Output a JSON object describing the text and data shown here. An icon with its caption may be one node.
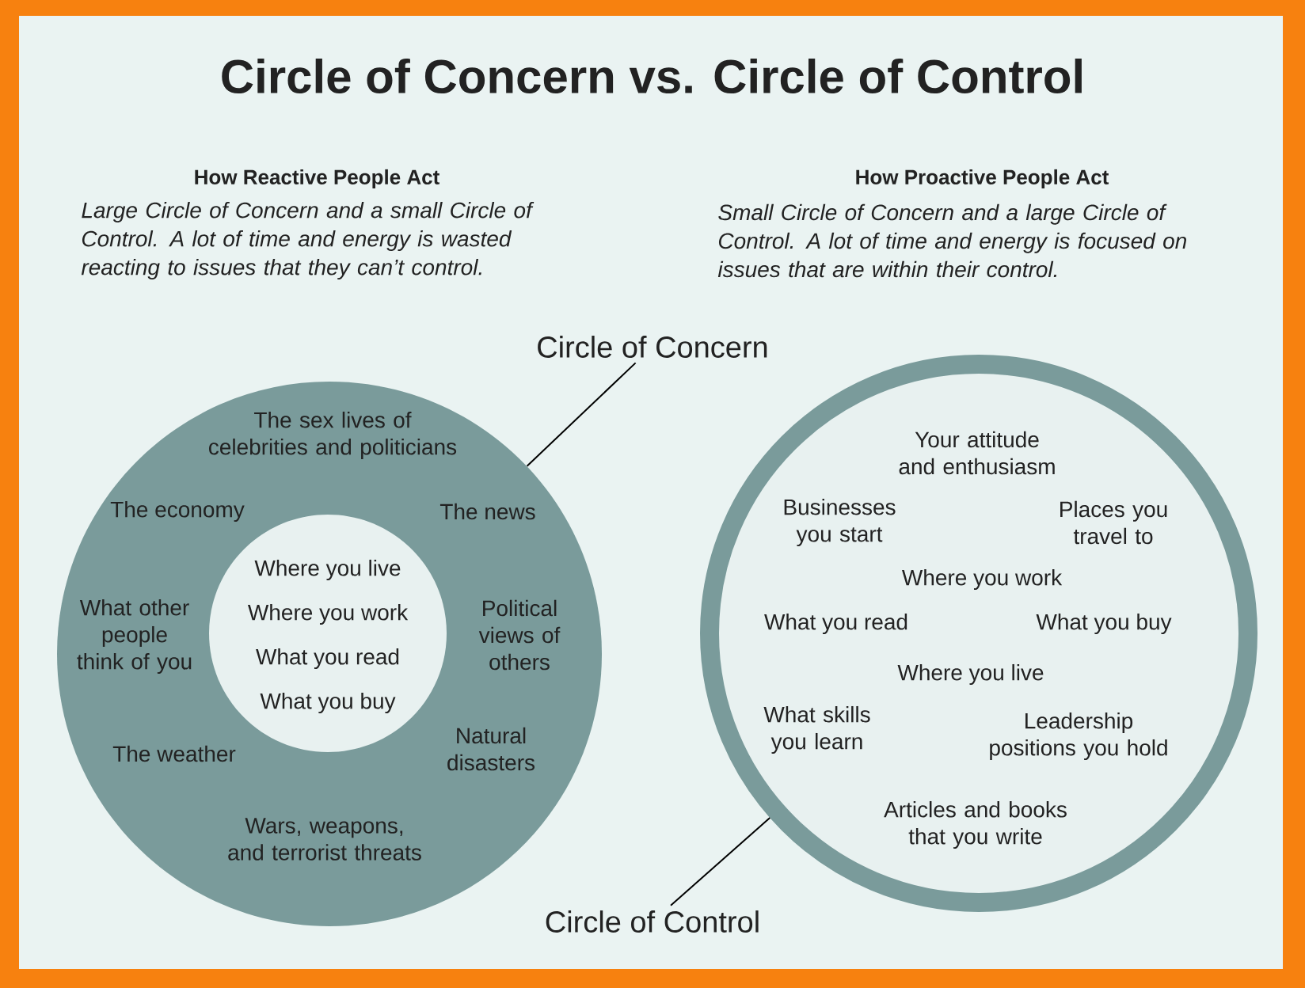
{
  "diagram": {
    "title": "Circle of Concern vs. Circle of Control",
    "nodes": [
      {
        "text": [
          "Circle of Concern"
        ]
      },
      {
        "text": [
          "The sex lives of celebrities and politicians",
          "The economy",
          "The news",
          "What other people think of you",
          "Political views of others",
          "The weather",
          "Natural disasters",
          "Wars, weapons, and terrorist threats"
        ]
      },
      {
        "text": [
          "Where you live",
          "Where you work",
          "What you read",
          "What you buy"
        ],
        "in": 1
      },
      {
        "text": [
          "Your attitude and enthusiasm",
          "Businesses you start",
          "Places you travel to",
          "Where you work",
          "What you read",
          "What you buy",
          "Where you live",
          "What skills you learn",
          "Leadership positions you hold",
          "Articles and books that you write"
        ]
      },
      {
        "text": [
          "Circle of Control"
        ]
      }
    ],
    "edges": [
      {
        "from": 0,
        "to": 1,
        "arrow": "none"
      },
      {
        "from": 4,
        "to": 3,
        "arrow": "none"
      }
    ],
    "labels": [
      "How Reactive People Act",
      "Large Circle of Concern and a small Circle of Control. A lot of time and energy is wasted reacting to issues that they can’t control.",
      "How Proactive People Act",
      "Small Circle of Concern and a large Circle of Control. A lot of time and energy is focused on issues that are within their control."
    ]
  }
}
